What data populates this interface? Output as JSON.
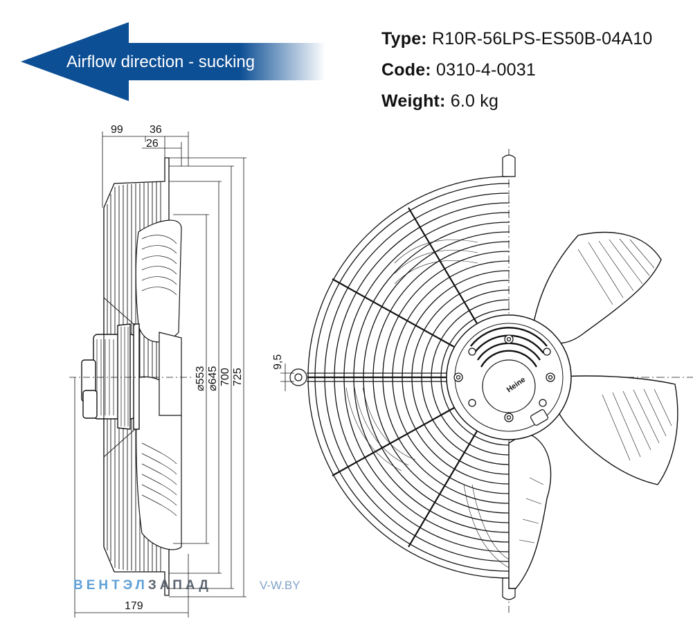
{
  "specs": {
    "type_label": "Type:",
    "type_value": "R10R-56LPS-ES50B-04A10",
    "code_label": "Code:",
    "code_value": "0310-4-0031",
    "weight_label": "Weight:",
    "weight_value": "6.0 kg"
  },
  "airflow": {
    "label": "Airflow direction - sucking",
    "color": "#0d4f95"
  },
  "dimensions": {
    "top_99": "99",
    "top_36": "36",
    "top_26": "26",
    "d553": "⌀553",
    "d645": "⌀645",
    "h700": "700",
    "h725": "725",
    "bottom_179": "179",
    "hole_9_5": "9,5"
  },
  "watermark": {
    "left_blue": "ВЕНТЭЛ",
    "left_dark": "ЗАПАД",
    "right": "V-W.BY",
    "blue_color": "#5fa0d6",
    "dark_color": "#5b6470"
  },
  "brand": {
    "hub_logo": "Heine"
  }
}
